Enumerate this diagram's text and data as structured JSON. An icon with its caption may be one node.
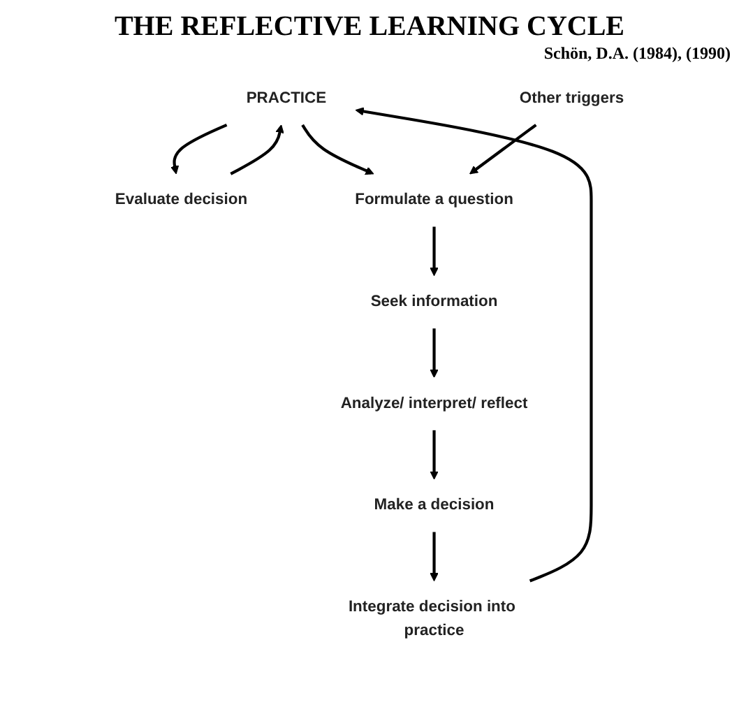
{
  "diagram": {
    "title": "THE REFLECTIVE LEARNING CYCLE",
    "nodes": [
      {
        "text": [
          "PRACTICE"
        ]
      },
      {
        "text": [
          "Evaluate decision"
        ]
      },
      {
        "text": [
          "Other triggers"
        ]
      },
      {
        "text": [
          "Formulate a question"
        ]
      },
      {
        "text": [
          "Seek information"
        ]
      },
      {
        "text": [
          "Analyze/ interpret/ reflect"
        ]
      },
      {
        "text": [
          "Make a decision"
        ]
      },
      {
        "text": [
          "Integrate decision into practice"
        ]
      }
    ],
    "edges": [
      {
        "from": 0,
        "to": 1,
        "arrow": "to"
      },
      {
        "from": 1,
        "to": 0,
        "arrow": "to"
      },
      {
        "from": 0,
        "to": 3,
        "arrow": "to"
      },
      {
        "from": 2,
        "to": 3,
        "arrow": "to"
      },
      {
        "from": 3,
        "to": 4,
        "arrow": "to"
      },
      {
        "from": 4,
        "to": 5,
        "arrow": "to"
      },
      {
        "from": 5,
        "to": 6,
        "arrow": "to"
      },
      {
        "from": 6,
        "to": 7,
        "arrow": "to"
      },
      {
        "from": 7,
        "to": 0,
        "arrow": "to"
      }
    ],
    "labels": [
      "Schön, D.A. (1984), (1990)"
    ]
  }
}
